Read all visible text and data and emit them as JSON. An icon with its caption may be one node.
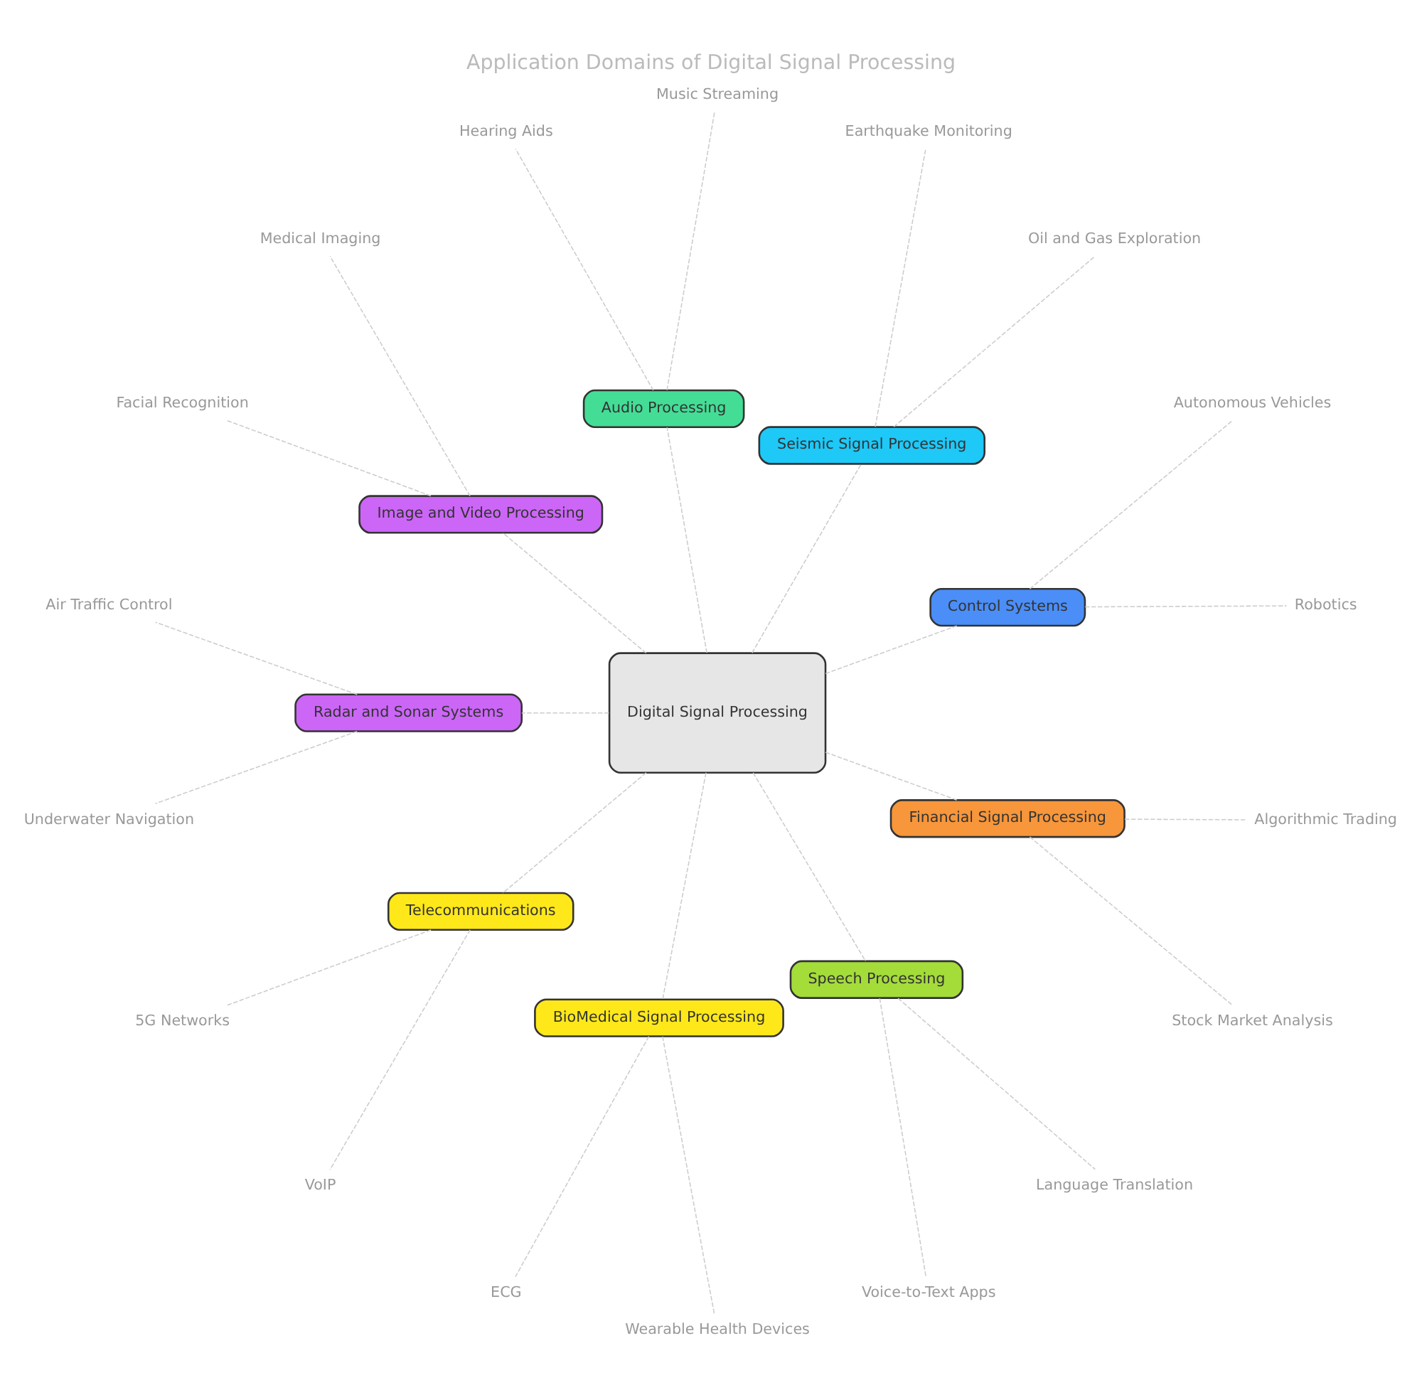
{
  "diagram": {
    "title": "Application Domains of Digital Signal Processing",
    "nodes": [
      {
        "text": [
          "Digital Signal Processing"
        ]
      },
      {
        "text": [
          "Control Systems"
        ]
      },
      {
        "text": [
          "Robotics"
        ]
      },
      {
        "text": [
          "Autonomous Vehicles"
        ]
      },
      {
        "text": [
          "Seismic Signal Processing"
        ]
      },
      {
        "text": [
          "Oil and Gas Exploration"
        ]
      },
      {
        "text": [
          "Earthquake Monitoring"
        ]
      },
      {
        "text": [
          "Audio Processing"
        ]
      },
      {
        "text": [
          "Music Streaming"
        ]
      },
      {
        "text": [
          "Hearing Aids"
        ]
      },
      {
        "text": [
          "Image and Video Processing"
        ]
      },
      {
        "text": [
          "Medical Imaging"
        ]
      },
      {
        "text": [
          "Facial Recognition"
        ]
      },
      {
        "text": [
          "Radar and Sonar Systems"
        ]
      },
      {
        "text": [
          "Air Traffic Control"
        ]
      },
      {
        "text": [
          "Underwater Navigation"
        ]
      },
      {
        "text": [
          "Telecommunications"
        ]
      },
      {
        "text": [
          "5G Networks"
        ]
      },
      {
        "text": [
          "VoIP"
        ]
      },
      {
        "text": [
          "BioMedical Signal Processing"
        ]
      },
      {
        "text": [
          "ECG"
        ]
      },
      {
        "text": [
          "Wearable Health Devices"
        ]
      },
      {
        "text": [
          "Speech Processing"
        ]
      },
      {
        "text": [
          "Voice-to-Text Apps"
        ]
      },
      {
        "text": [
          "Language Translation"
        ]
      },
      {
        "text": [
          "Financial Signal Processing"
        ]
      },
      {
        "text": [
          "Stock Market Analysis"
        ]
      },
      {
        "text": [
          "Algorithmic Trading"
        ]
      }
    ],
    "edges": [
      {
        "from": 0,
        "to": 1,
        "arrow": "none",
        "style": "dashed"
      },
      {
        "from": 1,
        "to": 2,
        "arrow": "none",
        "style": "dashed"
      },
      {
        "from": 1,
        "to": 3,
        "arrow": "none",
        "style": "dashed"
      },
      {
        "from": 0,
        "to": 4,
        "arrow": "none",
        "style": "dashed"
      },
      {
        "from": 4,
        "to": 5,
        "arrow": "none",
        "style": "dashed"
      },
      {
        "from": 4,
        "to": 6,
        "arrow": "none",
        "style": "dashed"
      },
      {
        "from": 0,
        "to": 7,
        "arrow": "none",
        "style": "dashed"
      },
      {
        "from": 7,
        "to": 8,
        "arrow": "none",
        "style": "dashed"
      },
      {
        "from": 7,
        "to": 9,
        "arrow": "none",
        "style": "dashed"
      },
      {
        "from": 0,
        "to": 10,
        "arrow": "none",
        "style": "dashed"
      },
      {
        "from": 10,
        "to": 11,
        "arrow": "none",
        "style": "dashed"
      },
      {
        "from": 10,
        "to": 12,
        "arrow": "none",
        "style": "dashed"
      },
      {
        "from": 0,
        "to": 13,
        "arrow": "none",
        "style": "dashed"
      },
      {
        "from": 13,
        "to": 14,
        "arrow": "none",
        "style": "dashed"
      },
      {
        "from": 13,
        "to": 15,
        "arrow": "none",
        "style": "dashed"
      },
      {
        "from": 0,
        "to": 16,
        "arrow": "none",
        "style": "dashed"
      },
      {
        "from": 16,
        "to": 17,
        "arrow": "none",
        "style": "dashed"
      },
      {
        "from": 16,
        "to": 18,
        "arrow": "none",
        "style": "dashed"
      },
      {
        "from": 0,
        "to": 19,
        "arrow": "none",
        "style": "dashed"
      },
      {
        "from": 19,
        "to": 20,
        "arrow": "none",
        "style": "dashed"
      },
      {
        "from": 19,
        "to": 21,
        "arrow": "none",
        "style": "dashed"
      },
      {
        "from": 0,
        "to": 22,
        "arrow": "none",
        "style": "dashed"
      },
      {
        "from": 22,
        "to": 23,
        "arrow": "none",
        "style": "dashed"
      },
      {
        "from": 22,
        "to": 24,
        "arrow": "none",
        "style": "dashed"
      },
      {
        "from": 0,
        "to": 25,
        "arrow": "none",
        "style": "dashed"
      },
      {
        "from": 25,
        "to": 26,
        "arrow": "none",
        "style": "dashed"
      },
      {
        "from": 25,
        "to": 27,
        "arrow": "none",
        "style": "dashed"
      }
    ]
  }
}
